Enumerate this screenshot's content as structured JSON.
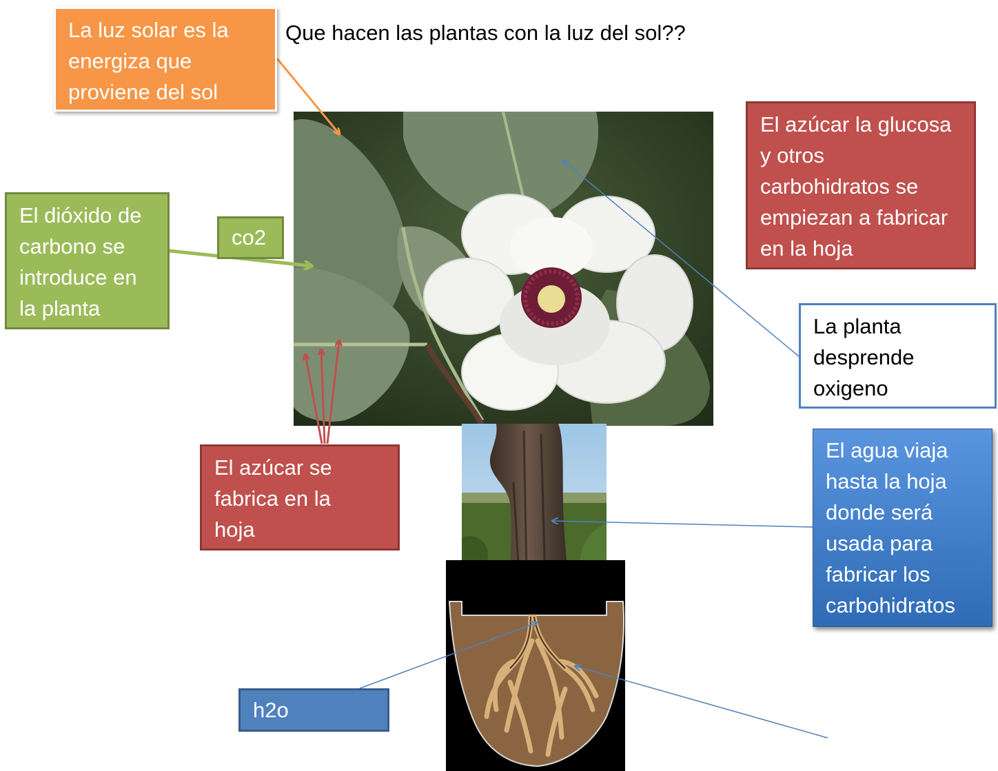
{
  "title": "Que hacen las plantas con la luz del sol??",
  "labels": {
    "luz_solar": "La luz solar es la\nenergiza que\nproviene del sol",
    "dioxido": "El dióxido de\ncarbono se\nintroduce en\nla planta",
    "co2": "co2",
    "azucar_glucosa": "El azúcar la glucosa\ny otros\ncarbohidratos se\nempiezan a fabricar\nen la hoja",
    "oxigeno": "La planta\ndesprende\noxigeno",
    "azucar_hoja": "El azúcar se\nfabrica en la\nhoja",
    "agua": "El agua viaja\nhasta la hoja\ndonde será\nusada para\nfabricar los\ncarbohidratos",
    "h2o": "h2o"
  },
  "colors": {
    "orange": "#f79646",
    "green": "#9bbb59",
    "red": "#c0504d",
    "blue": "#4f81bd"
  }
}
